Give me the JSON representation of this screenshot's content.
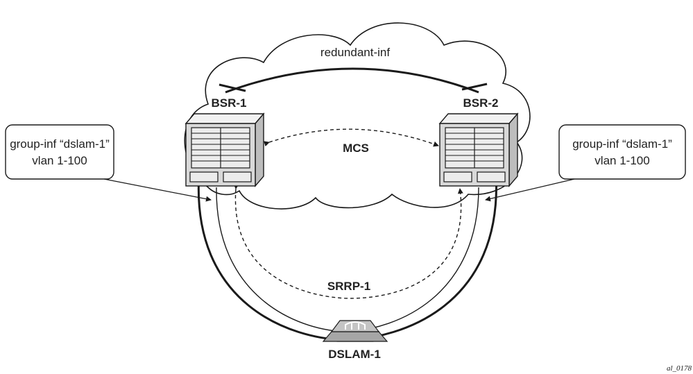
{
  "labels": {
    "cloud": "redundant-inf",
    "bsr1": "BSR-1",
    "bsr2": "BSR-2",
    "mcs": "MCS",
    "srrp": "SRRP-1",
    "dslam": "DSLAM-1",
    "figure_id": "al_0178"
  },
  "callouts": {
    "left": {
      "line1": "group-inf “dslam-1”",
      "line2": "vlan 1-100"
    },
    "right": {
      "line1": "group-inf “dslam-1”",
      "line2": "vlan 1-100"
    }
  },
  "colors": {
    "stroke": "#1a1a1a",
    "router_fill": "#d9d9d9",
    "router_face": "#ececec",
    "dslam_fill": "#9a9a9a"
  }
}
